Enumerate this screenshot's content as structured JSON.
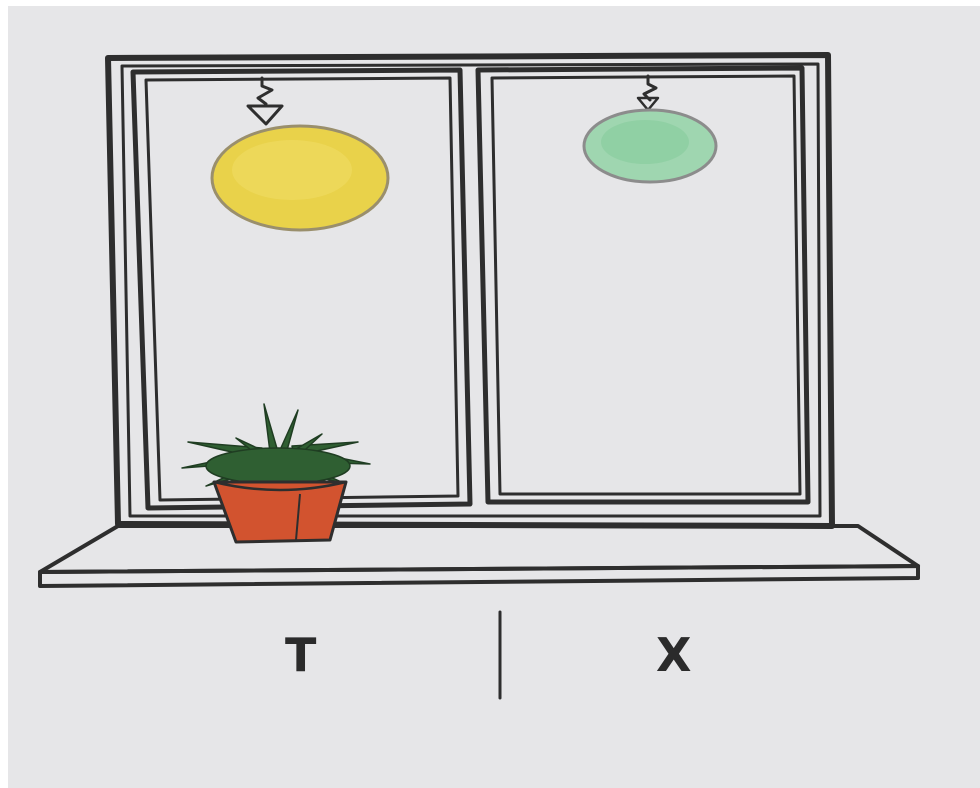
{
  "labels": {
    "left": "T",
    "right": "X"
  },
  "colors": {
    "paper": "#e6e6e8",
    "frame": "#2e2e2e",
    "left_ornament_fill": "#e9d24a",
    "right_ornament_fill": "#9fd6b0",
    "pot": "#d2532f",
    "leaves": "#2f5f32"
  },
  "objects": {
    "left_ornament": "hanging-yellow-ornament",
    "right_ornament": "hanging-green-ornament",
    "plant": "potted-plant"
  }
}
